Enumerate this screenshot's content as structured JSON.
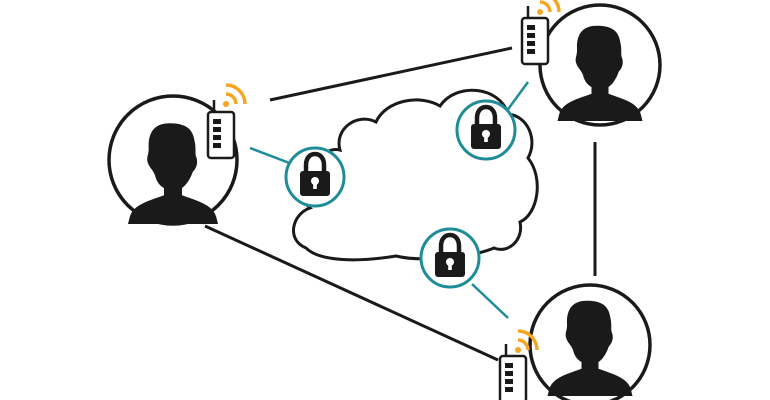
{
  "colors": {
    "background": "#ffffff",
    "line": "#1a1a1a",
    "accent_teal": "#1f8d98",
    "signal_orange": "#f5a623",
    "silhouette": "#1a1a1a"
  },
  "nodes": [
    {
      "id": "user-left",
      "icon": "person-icon",
      "device": "radio-transmitter-icon",
      "signal": "wifi-signal-icon"
    },
    {
      "id": "user-top-right",
      "icon": "person-icon",
      "device": "radio-transmitter-icon",
      "signal": "wifi-signal-icon"
    },
    {
      "id": "user-bottom-right",
      "icon": "person-icon",
      "device": "radio-transmitter-icon",
      "signal": "wifi-signal-icon"
    }
  ],
  "center": {
    "icon": "cloud-icon"
  },
  "locks": [
    {
      "id": "lock-left",
      "icon": "padlock-icon",
      "connects": "user-left"
    },
    {
      "id": "lock-top",
      "icon": "padlock-icon",
      "connects": "user-top-right"
    },
    {
      "id": "lock-bottom",
      "icon": "padlock-icon",
      "connects": "user-bottom-right"
    }
  ]
}
